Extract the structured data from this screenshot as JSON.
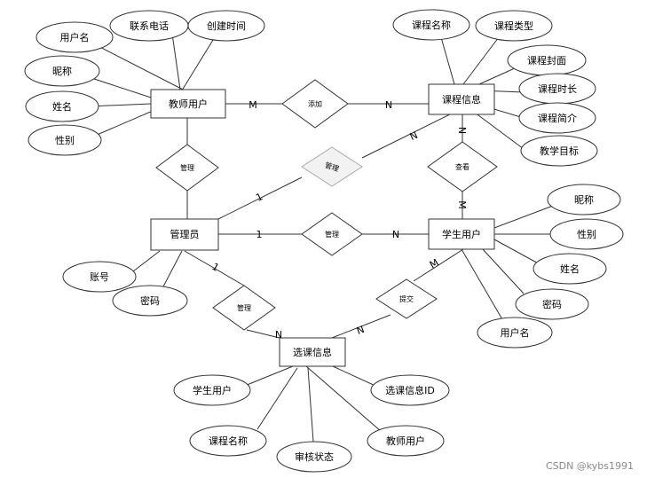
{
  "entities": {
    "teacher": "教师用户",
    "course": "课程信息",
    "admin": "管理员",
    "student": "学生用户",
    "selection": "选课信息"
  },
  "teacher_attrs": [
    "用户名",
    "联系电话",
    "创建时间",
    "昵称",
    "姓名",
    "性别"
  ],
  "course_attrs": [
    "课程名称",
    "课程类型",
    "课程封面",
    "课程时长",
    "课程简介",
    "教学目标"
  ],
  "student_attrs": [
    "昵称",
    "性别",
    "姓名",
    "密码",
    "用户名"
  ],
  "admin_attrs": [
    "账号",
    "密码"
  ],
  "selection_attrs": [
    "学生用户",
    "选课信息ID",
    "课程名称",
    "审核状态",
    "教师用户"
  ],
  "relations": {
    "add": "添加",
    "manage_teacher": "管理",
    "manage_course": "管理",
    "view": "查看",
    "manage_student": "管理",
    "manage_selection": "管理",
    "submit": "提交"
  },
  "cardinalities": {
    "teacher_add": "M",
    "add_course": "N",
    "admin_course_1": "1",
    "admin_course_n": "N",
    "course_view": "N",
    "view_student": "M",
    "admin_student_1": "1",
    "admin_student_n": "N",
    "admin_selection_1": "1",
    "admin_selection_n": "N",
    "student_submit": "M",
    "submit_selection": "N"
  },
  "watermark": "CSDN @kybs1991"
}
